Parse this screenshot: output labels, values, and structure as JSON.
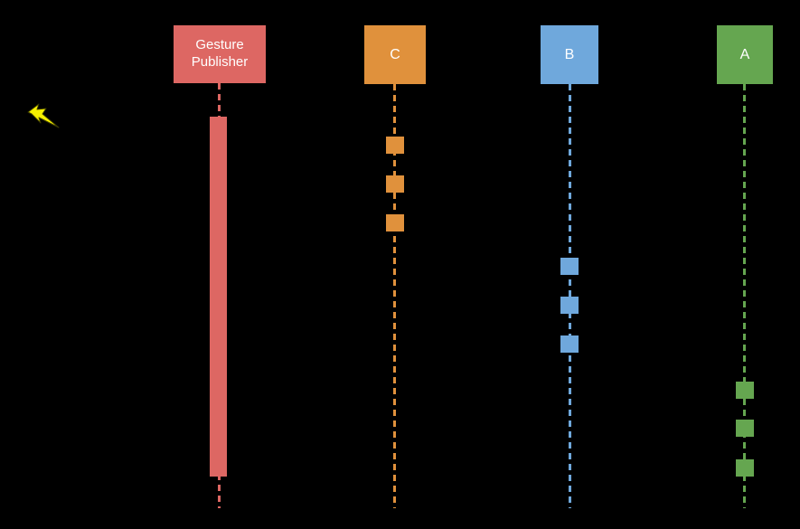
{
  "diagram": {
    "type": "sequence-diagram",
    "background_color": "#000000",
    "actors": [
      {
        "label": "Gesture Publisher",
        "color": "#DD6763",
        "lifeline": "dashed",
        "activation": "long-bar"
      },
      {
        "label": "C",
        "color": "#E0913C",
        "lifeline": "dashed",
        "activation_marks": 3
      },
      {
        "label": "B",
        "color": "#6FA8DC",
        "lifeline": "dashed",
        "activation_marks": 3
      },
      {
        "label": "A",
        "color": "#65A650",
        "lifeline": "dashed",
        "activation_marks": 3
      }
    ],
    "icons": [
      {
        "name": "lightning-bolt-icon",
        "color": "#F7F000"
      }
    ]
  }
}
